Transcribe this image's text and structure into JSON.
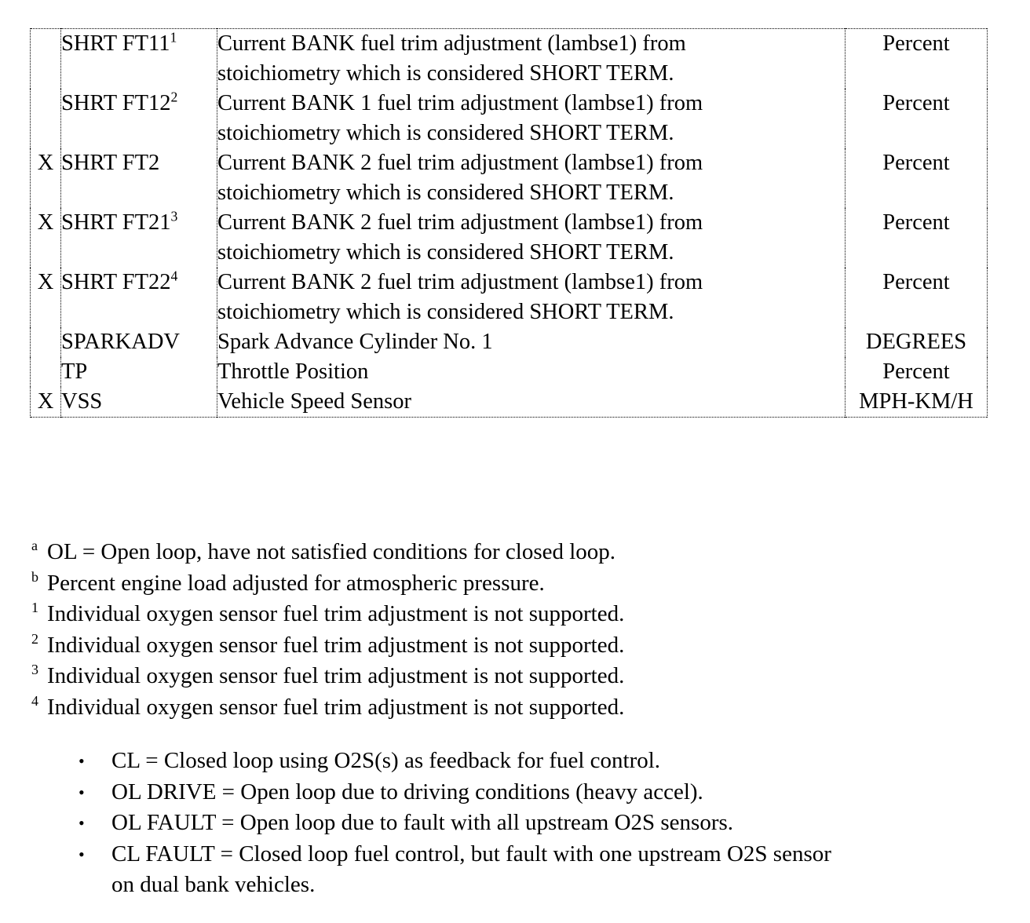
{
  "table": {
    "columns": [
      "supported-flag",
      "pid-name",
      "description",
      "units"
    ],
    "rows": [
      {
        "flag": "",
        "pid": "SHRT FT11",
        "pid_sup": "1",
        "desc_lines": [
          "Current BANK fuel trim adjustment (lambse1) from",
          "stoichiometry which is considered SHORT TERM."
        ],
        "unit": "Percent"
      },
      {
        "flag": "",
        "pid": "SHRT FT12",
        "pid_sup": "2",
        "desc_lines": [
          "Current BANK 1 fuel trim adjustment (lambse1) from",
          "stoichiometry which is considered SHORT TERM."
        ],
        "unit": "Percent"
      },
      {
        "flag": "X",
        "pid": "SHRT FT2",
        "pid_sup": "",
        "desc_lines": [
          "Current BANK 2 fuel trim adjustment (lambse1) from",
          "stoichiometry which is considered SHORT TERM."
        ],
        "unit": "Percent"
      },
      {
        "flag": "X",
        "pid": "SHRT FT21",
        "pid_sup": "3",
        "desc_lines": [
          "Current BANK 2 fuel trim adjustment (lambse1) from",
          "stoichiometry which is considered SHORT TERM."
        ],
        "unit": "Percent"
      },
      {
        "flag": "X",
        "pid": "SHRT FT22",
        "pid_sup": "4",
        "desc_lines": [
          "Current BANK 2 fuel trim adjustment (lambse1) from",
          "stoichiometry which is considered SHORT TERM."
        ],
        "unit": "Percent"
      },
      {
        "flag": "",
        "pid": "SPARKADV",
        "pid_sup": "",
        "desc_lines": [
          "Spark Advance Cylinder No. 1"
        ],
        "unit": "DEGREES"
      },
      {
        "flag": "",
        "pid": "TP",
        "pid_sup": "",
        "desc_lines": [
          "Throttle Position"
        ],
        "unit": "Percent"
      },
      {
        "flag": "X",
        "pid": "VSS",
        "pid_sup": "",
        "desc_lines": [
          "Vehicle Speed Sensor"
        ],
        "unit": "MPH-KM/H"
      }
    ]
  },
  "footnotes": [
    {
      "mark": "a",
      "text": "OL = Open loop, have not satisfied conditions for closed loop."
    },
    {
      "mark": "b",
      "text": "Percent engine load adjusted for atmospheric pressure."
    },
    {
      "mark": "1",
      "text": "Individual oxygen sensor fuel trim adjustment is not supported."
    },
    {
      "mark": "2",
      "text": "Individual oxygen sensor fuel trim adjustment is not supported."
    },
    {
      "mark": "3",
      "text": "Individual oxygen sensor fuel trim adjustment is not supported."
    },
    {
      "mark": "4",
      "text": "Individual oxygen sensor fuel trim adjustment is not supported."
    }
  ],
  "bullets": [
    {
      "bullet": "•",
      "lines": [
        "CL = Closed loop using O2S(s) as feedback for fuel control."
      ]
    },
    {
      "bullet": "•",
      "lines": [
        "OL DRIVE = Open loop due to driving conditions (heavy accel)."
      ]
    },
    {
      "bullet": "•",
      "lines": [
        "OL FAULT = Open loop due to fault with all upstream O2S sensors."
      ]
    },
    {
      "bullet": "•",
      "lines": [
        "CL FAULT = Closed loop fuel control, but fault with one upstream O2S sensor",
        "on dual bank vehicles."
      ]
    }
  ],
  "colors": {
    "text": "#000000",
    "background": "#ffffff",
    "border": "#000000"
  }
}
